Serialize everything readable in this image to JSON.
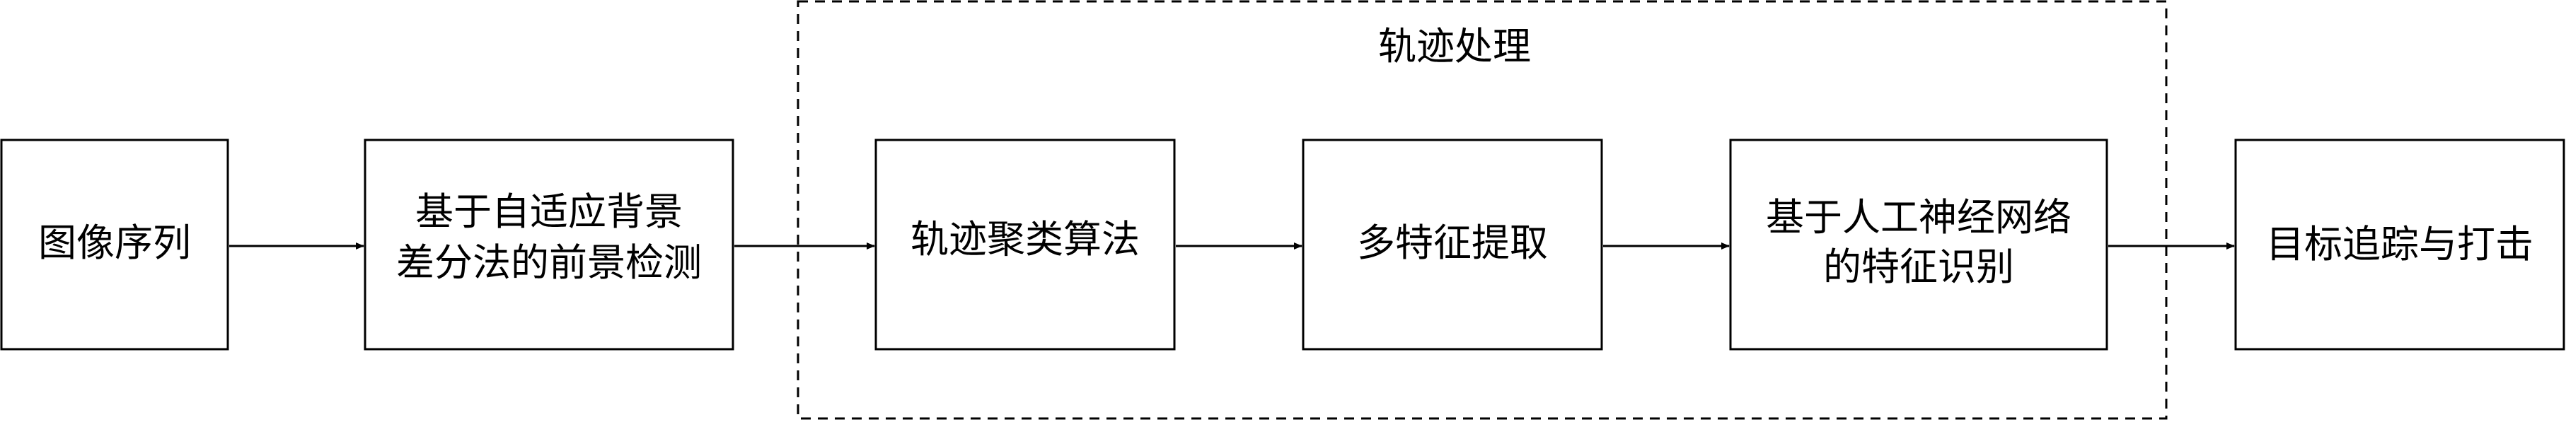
{
  "diagram": {
    "group": {
      "label": "轨迹处理"
    },
    "nodes": [
      {
        "id": "image-sequence",
        "lines": [
          "图像序列"
        ]
      },
      {
        "id": "adaptive-bg-detection",
        "lines": [
          "基于自适应背景",
          "差分法的前景检测"
        ]
      },
      {
        "id": "trajectory-clustering",
        "lines": [
          "轨迹聚类算法"
        ]
      },
      {
        "id": "multi-feature-extraction",
        "lines": [
          "多特征提取"
        ]
      },
      {
        "id": "ann-feature-recognition",
        "lines": [
          "基于人工神经网络",
          "的特征识别"
        ]
      },
      {
        "id": "target-tracking-strike",
        "lines": [
          "目标追踪与打击"
        ]
      }
    ],
    "edges": [
      {
        "from": "image-sequence",
        "to": "adaptive-bg-detection"
      },
      {
        "from": "adaptive-bg-detection",
        "to": "trajectory-clustering"
      },
      {
        "from": "trajectory-clustering",
        "to": "multi-feature-extraction"
      },
      {
        "from": "multi-feature-extraction",
        "to": "ann-feature-recognition"
      },
      {
        "from": "ann-feature-recognition",
        "to": "target-tracking-strike"
      }
    ]
  }
}
